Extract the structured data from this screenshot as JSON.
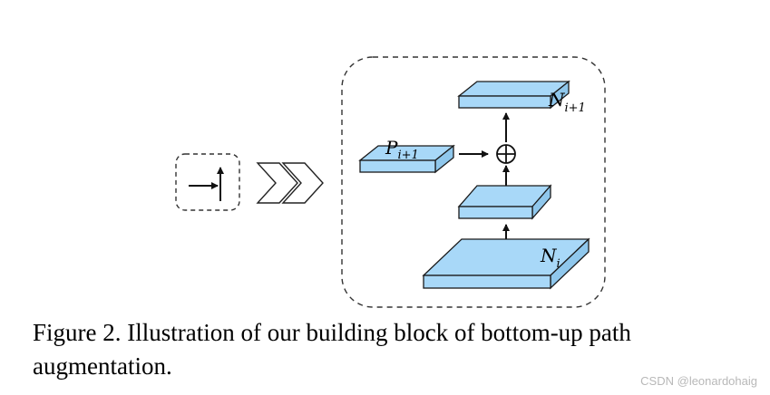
{
  "diagram": {
    "labels": {
      "n_top": {
        "base": "N",
        "sub": "i+1"
      },
      "p": {
        "base": "P",
        "sub": "i+1"
      },
      "n_bottom": {
        "base": "N",
        "sub": "i"
      }
    },
    "colors": {
      "block_fill": "#a8d8f8",
      "block_side": "#8fc7ec",
      "outline": "#1a1a1a",
      "dashed": "#333333"
    }
  },
  "caption": {
    "text": "Figure 2. Illustration of our building block of bottom-up path augmentation."
  },
  "watermark": {
    "text": "CSDN @leonardohaig"
  }
}
